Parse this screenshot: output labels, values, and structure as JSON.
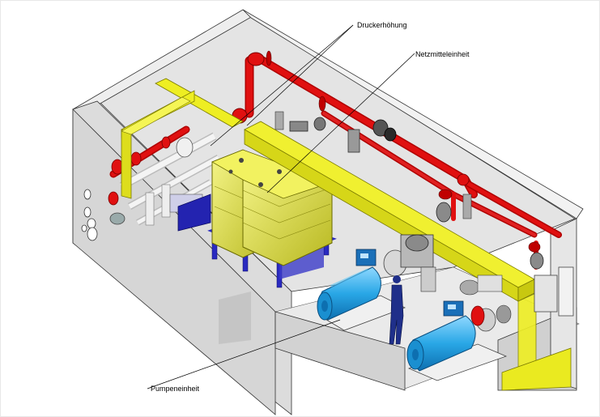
{
  "labels": {
    "druck": "Druckerhöhung",
    "netz": "Netzmitteleinheit",
    "pumpe": "Pumpeneinheit"
  },
  "colors": {
    "pipe_red": "#e01010",
    "duct_yellow": "#eeee22",
    "motor_blue": "#29a7e6",
    "frame_blue": "#1a1aa8",
    "wall_gray": "#dcdcdc"
  }
}
